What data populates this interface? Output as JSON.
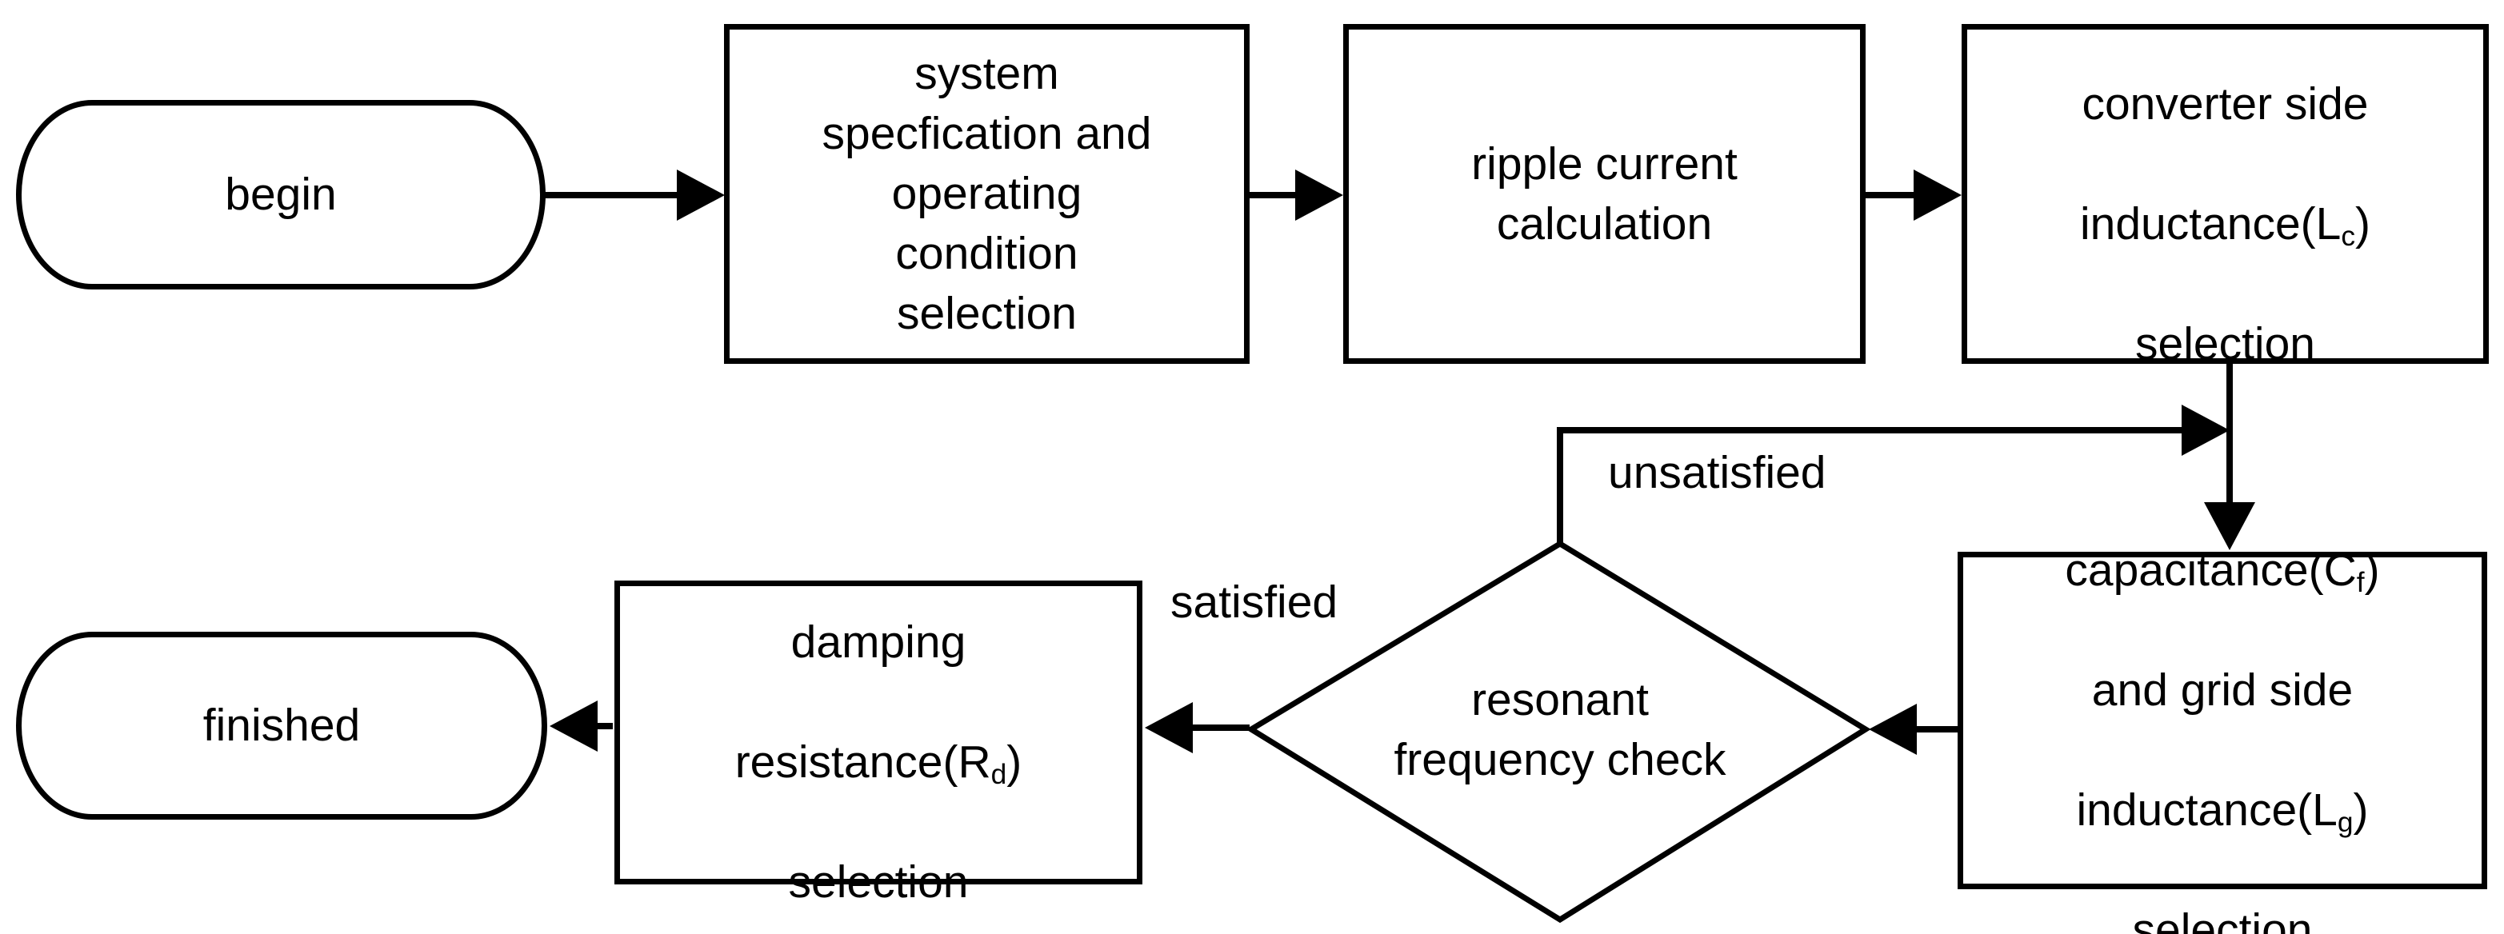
{
  "flowchart": {
    "nodes": {
      "begin": {
        "label": "begin"
      },
      "system_spec": {
        "text": "system\nspecfication and\noperating\ncondition\nselection"
      },
      "ripple": {
        "text": "ripple current\ncalculation"
      },
      "converter": {
        "line1": "converter side",
        "l2_pre": "inductance(L",
        "l2_sub": "c",
        "l2_post": ")",
        "line3": "selection"
      },
      "capacitance": {
        "l1_pre": "capacitance(C",
        "l1_sub": "f",
        "l1_post": ")",
        "line2": "and grid side",
        "l3_pre": "inductance(L",
        "l3_sub": "g",
        "l3_post": ")",
        "line4": "selection"
      },
      "resonant_check": {
        "text": "resonant\nfrequency check"
      },
      "damping": {
        "line1": "damping",
        "l2_pre": "resistance(R",
        "l2_sub": "d",
        "l2_post": ")",
        "line3": "selection"
      },
      "finished": {
        "label": "finished"
      }
    },
    "edge_labels": {
      "unsatisfied": "unsatisfied",
      "satisfied": "satisfied"
    }
  },
  "colors": {
    "stroke": "#000000",
    "background": "#ffffff"
  }
}
